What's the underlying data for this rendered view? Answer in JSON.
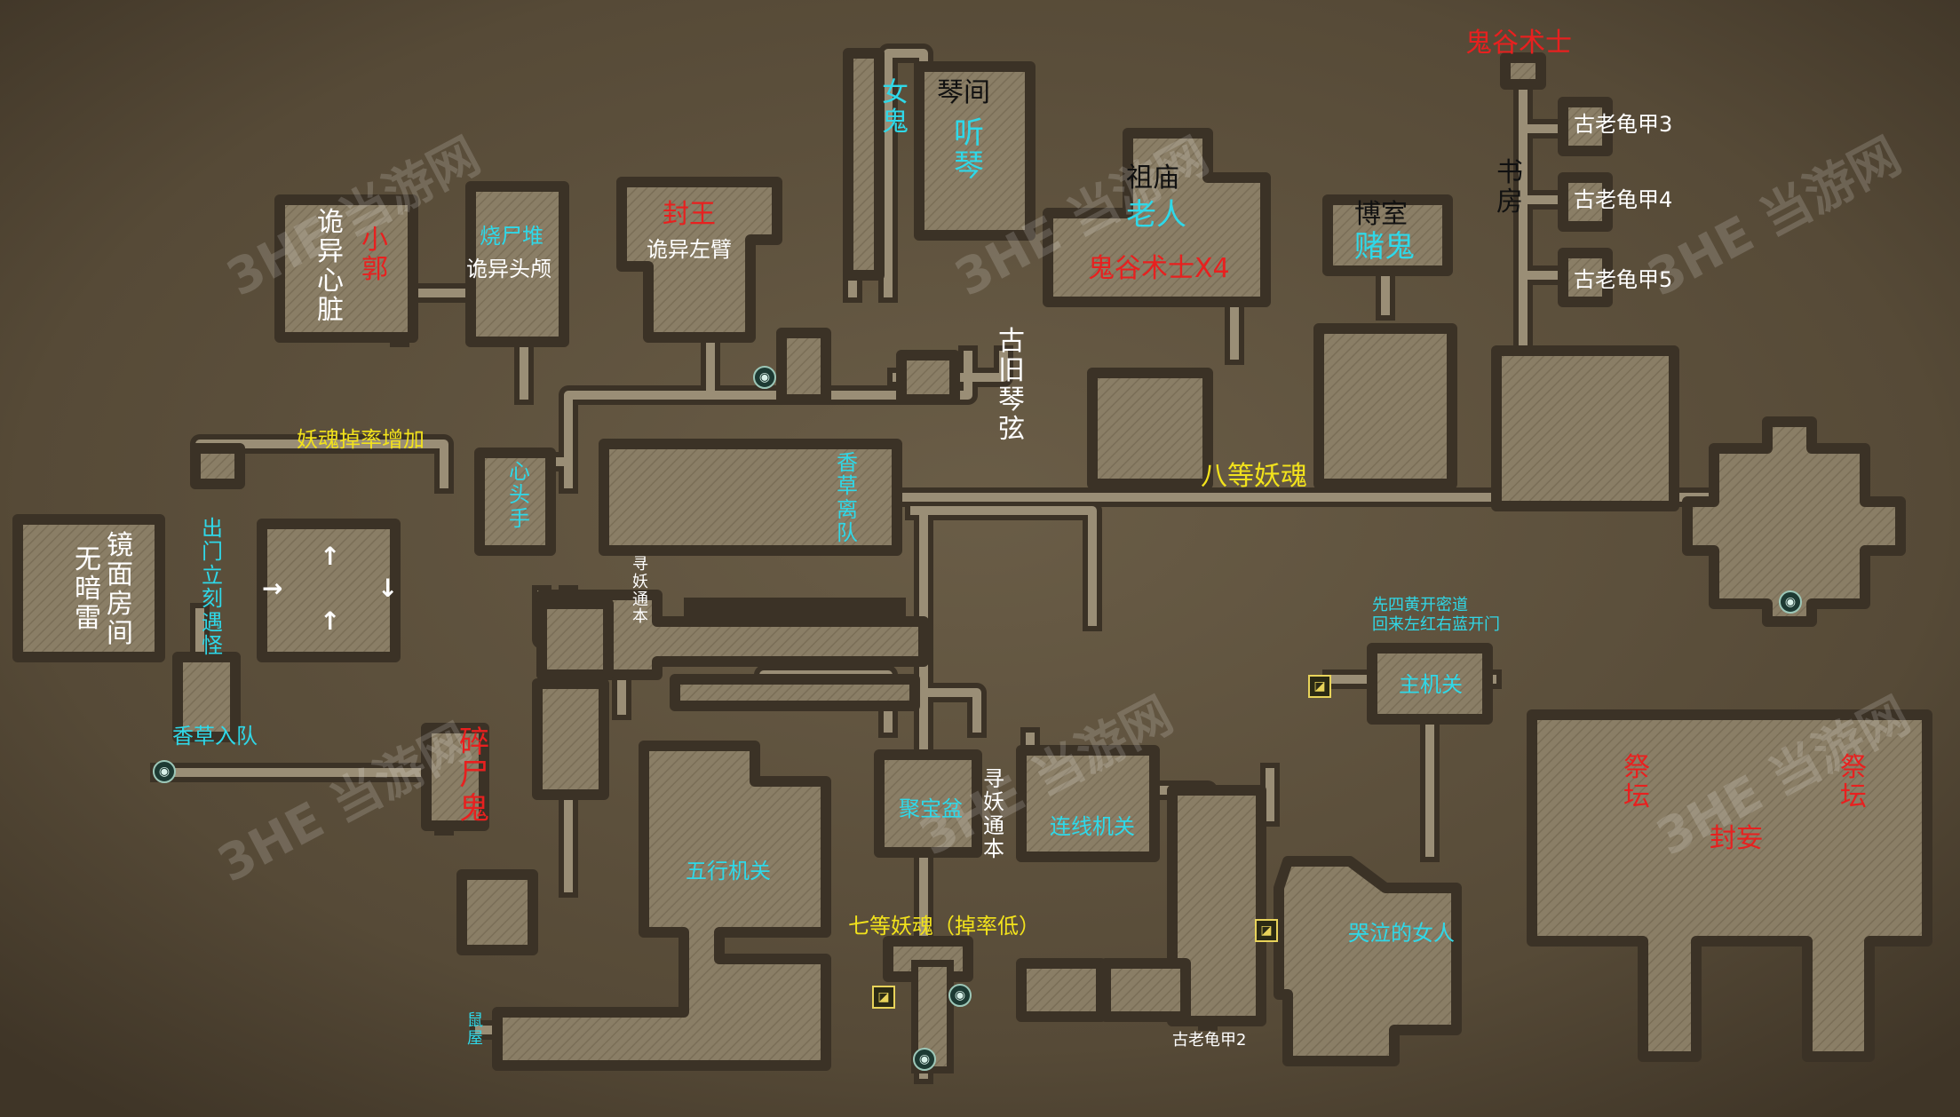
{
  "palette": {
    "red": "#e8201f",
    "cyan": "#2fd8e8",
    "white": "#ffffff",
    "black": "#111111",
    "yellow": "#f2e21c",
    "room_fill": "#8c8069",
    "corridor": "#9a8e76",
    "room_border": "#3b3226",
    "background": "#5a4e3b"
  },
  "labels": {
    "guigu_top": "鬼谷术士",
    "turtle3": "古老龟甲3",
    "turtle4": "古老龟甲4",
    "turtle5": "古老龟甲5",
    "shufang": "书房",
    "nvgui": "女鬼",
    "qinjian": "琴间",
    "tingqin": "听琴",
    "zumiao": "祖庙",
    "laoren": "老人",
    "guigu_x4": "鬼谷术士X4",
    "boshi": "博室",
    "dugui": "赌鬼",
    "guiyi_xinzang": "诡异心脏",
    "xiaoguo": "小郭",
    "shaoshidui": "烧尸堆",
    "guiyi_toulu": "诡异头颅",
    "fengwang": "封王",
    "guiyi_zuobi": "诡异左臂",
    "gujiu_qinxian": "古旧琴弦",
    "yaohun_rate": "妖魂掉率增加",
    "xintoushou": "心头手",
    "xiangcao_lidui": "香草离队",
    "bадeng": "八等妖魂",
    "jingmian_fangjian": "镜面房间",
    "wuanlei": "无暗雷",
    "chumen_yuguai": "出门立刻遇怪",
    "xunyao_1": "寻妖通本",
    "xiangcao_rudui": "香草入队",
    "suishigui": "碎尸鬼",
    "wuxing": "五行机关",
    "jubaopen": "聚宝盆",
    "xunyao_2": "寻妖通本",
    "lianxian": "连线机关",
    "qideng": "七等妖魂（掉率低）",
    "shuwu": "鼠屋",
    "turtle2": "古老龟甲2",
    "secret_1": "先四黄开密道",
    "secret_2": "回来左红右蓝开门",
    "zhujiguan": "主机关",
    "kuqi": "哭泣的女人",
    "jitan_l": "祭坛",
    "jitan_r": "祭坛",
    "duian": "封妄"
  },
  "watermark": "3HE 当游网",
  "icons": {
    "portal": "portal-icon",
    "switch": "switch-icon",
    "arrow_up": "↑",
    "arrow_down": "↓",
    "arrow_right": "→"
  }
}
